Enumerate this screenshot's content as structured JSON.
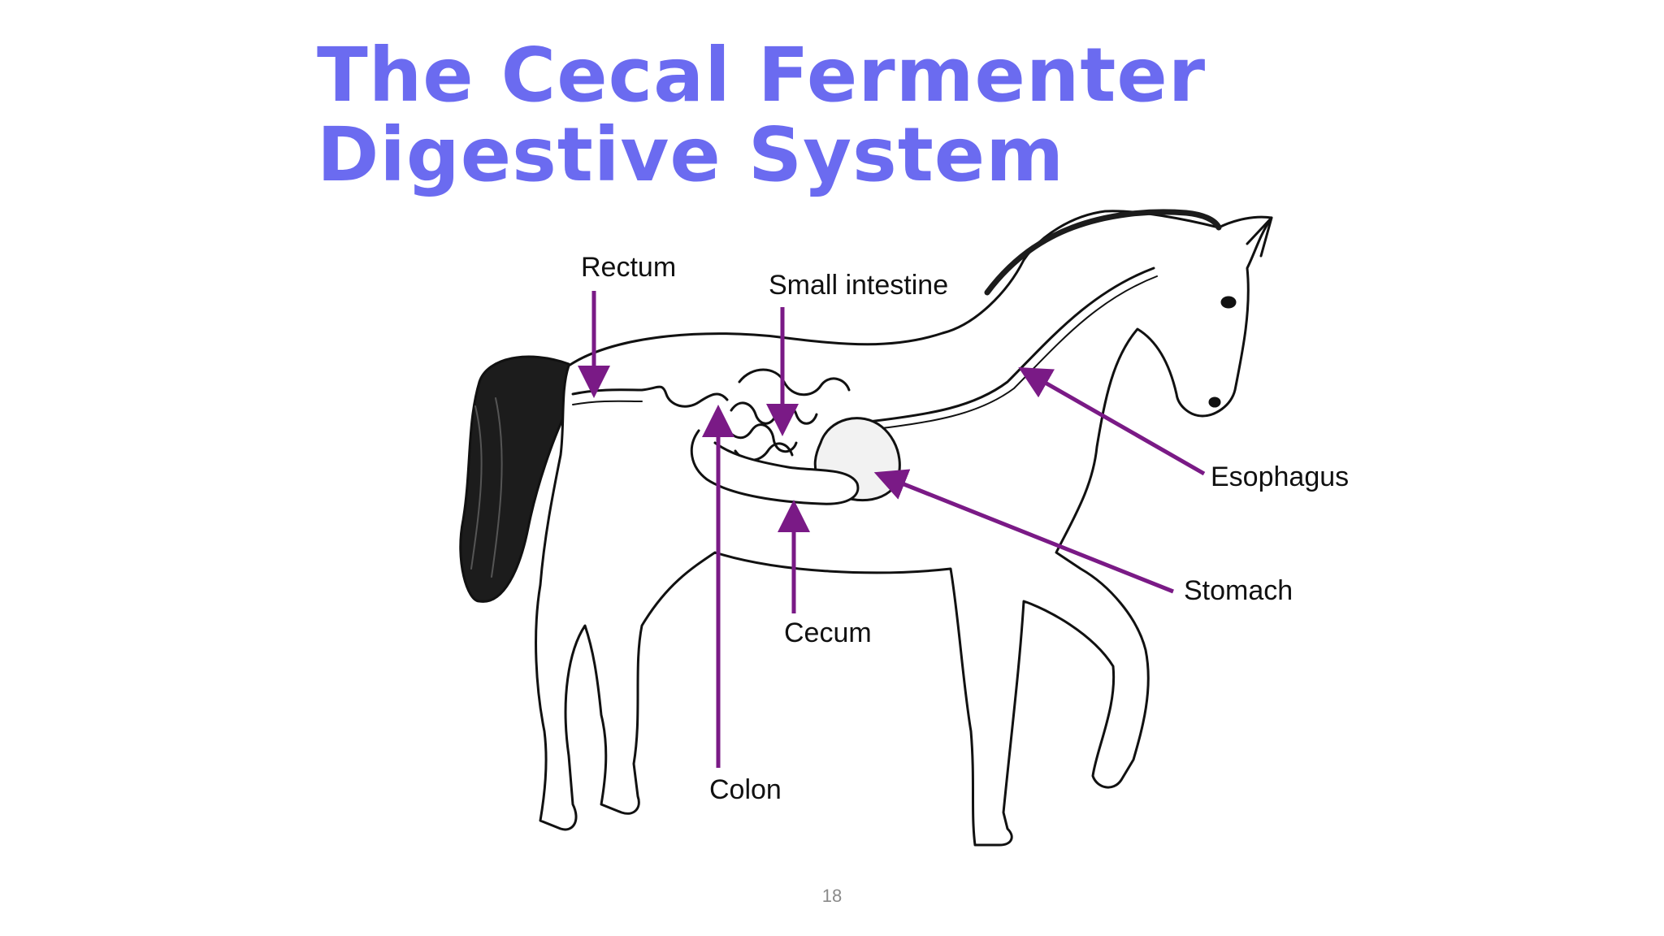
{
  "slide": {
    "title_line1": "The Cecal Fermenter",
    "title_line2": "Digestive System",
    "page_number": "18",
    "title_color": "#6b6bf0",
    "arrow_color": "#7a1a86"
  },
  "labels": {
    "rectum": "Rectum",
    "small_intestine": "Small intestine",
    "esophagus": "Esophagus",
    "stomach": "Stomach",
    "cecum": "Cecum",
    "colon": "Colon"
  },
  "icons": {
    "horse": "horse-anatomy-illustration"
  }
}
